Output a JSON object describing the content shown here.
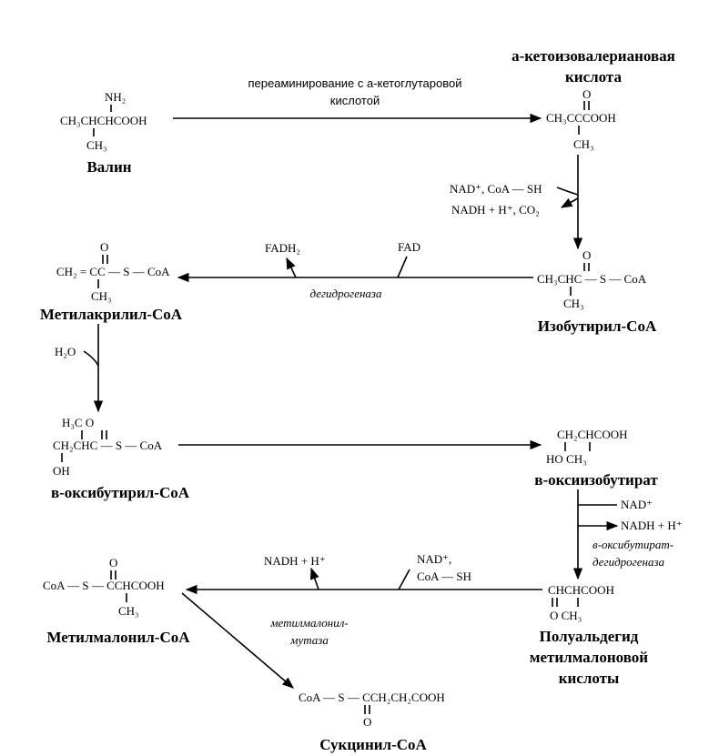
{
  "compounds": {
    "valine": {
      "nh2": "NH₂",
      "main": "CH₃CHCHCOOH",
      "ch3": "CH₃",
      "name": "Валин"
    },
    "keto_acid": {
      "name_line1": "a-кетоизовалериановая",
      "name_line2": "кислота",
      "o": "O",
      "main": "CH₃CCCOOH",
      "ch3": "CH₃"
    },
    "isobutyryl": {
      "o": "O",
      "main": "CH₃CHC — S — CoA",
      "ch3": "CH₃",
      "name": "Изобутирил-CoA"
    },
    "methacrylyl": {
      "o": "O",
      "main": "CH₂ = CC — S — CoA",
      "ch3": "CH₃",
      "name": "Метилакрилил-CoA"
    },
    "hydroxybutyryl_coa": {
      "top": "H₃C   O",
      "main": "CH₂CHC — S — CoA",
      "oh": "OH",
      "name": "в-оксибутирил-CoA"
    },
    "hydroxyisobutyrate": {
      "top": "CH₂CHCOOH",
      "bottom": "HO      CH₃",
      "name": "в-оксиизобутират"
    },
    "semialdehyde": {
      "main": "CHCHCOOH",
      "bottom": "O    CH₃",
      "name_line1": "Полуальдегид",
      "name_line2": "метилмалоновой",
      "name_line3": "кислоты"
    },
    "methylmalonyl": {
      "o": "O",
      "main": "CoA — S — CCHCOOH",
      "ch3": "CH₃",
      "name": "Метилмалонил-CoA"
    },
    "succinyl": {
      "main": "CoA — S — CCH₂CH₂COOH",
      "o": "O",
      "name": "Сукцинил-CoA"
    }
  },
  "reactions": {
    "transamination_line1": "переаминирование с a-кетоглутаровой",
    "transamination_line2": "кислотой",
    "decarb_in": "NAD⁺, CoA — SH",
    "decarb_out": "NADH + H⁺, CO₂",
    "fad": "FAD",
    "fadh2": "FADH₂",
    "dehydrogenase": "дегидрогеназа",
    "water": "H₂O",
    "nad": "NAD⁺",
    "nadh": "NADH + H⁺",
    "hb_dh_line1": "в-оксибутират-",
    "hb_dh_line2": "дегидрогеназа",
    "ox_in_line1": "NAD⁺,",
    "ox_in_line2": "CoA — SH",
    "ox_out": "NADH + H⁺",
    "mutase_line1": "метилмалонил-",
    "mutase_line2": "мутаза"
  }
}
